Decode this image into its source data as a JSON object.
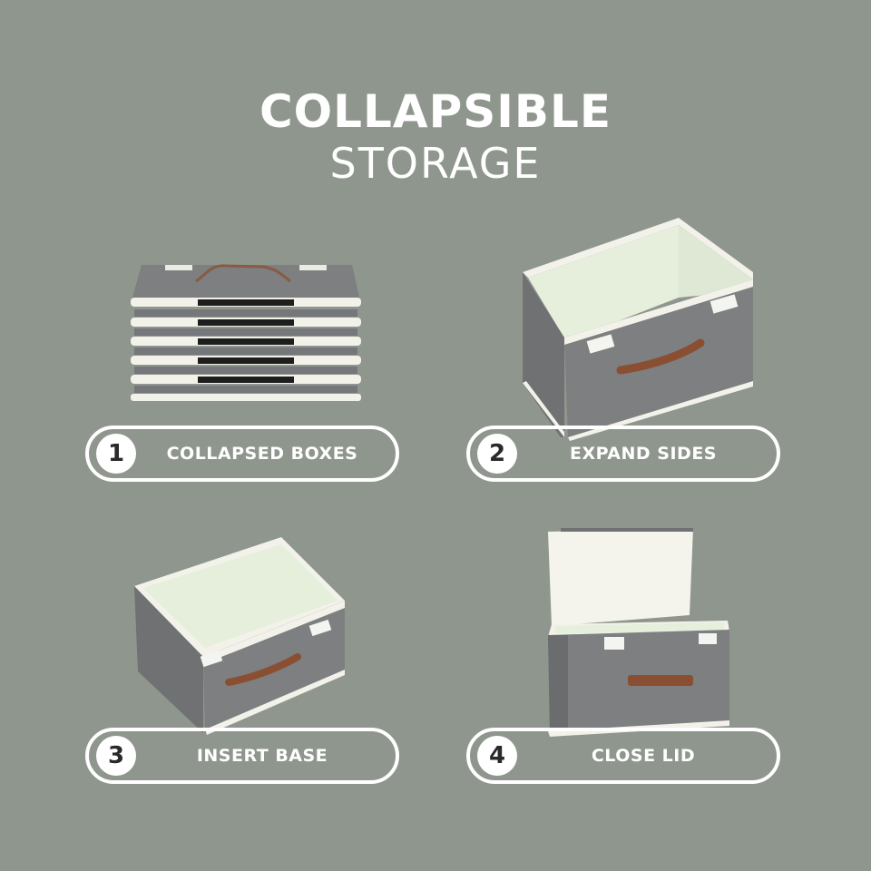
{
  "title": {
    "line1": "COLLAPSIBLE",
    "line2": "STORAGE"
  },
  "colors": {
    "background": "#8f968d",
    "text": "#ffffff",
    "felt_gray": "#7d7f80",
    "felt_dark": "#6a6c6d",
    "lining": "#e6eedc",
    "trim": "#f2f2ea",
    "leather": "#8a4f33"
  },
  "steps": [
    {
      "number": "1",
      "label": "COLLAPSED BOXES",
      "illustration": "collapsed-boxes-stack"
    },
    {
      "number": "2",
      "label": "EXPAND SIDES",
      "illustration": "box-expanded-sides"
    },
    {
      "number": "3",
      "label": "INSERT BASE",
      "illustration": "box-with-base"
    },
    {
      "number": "4",
      "label": "CLOSE LID",
      "illustration": "box-with-lid"
    }
  ]
}
